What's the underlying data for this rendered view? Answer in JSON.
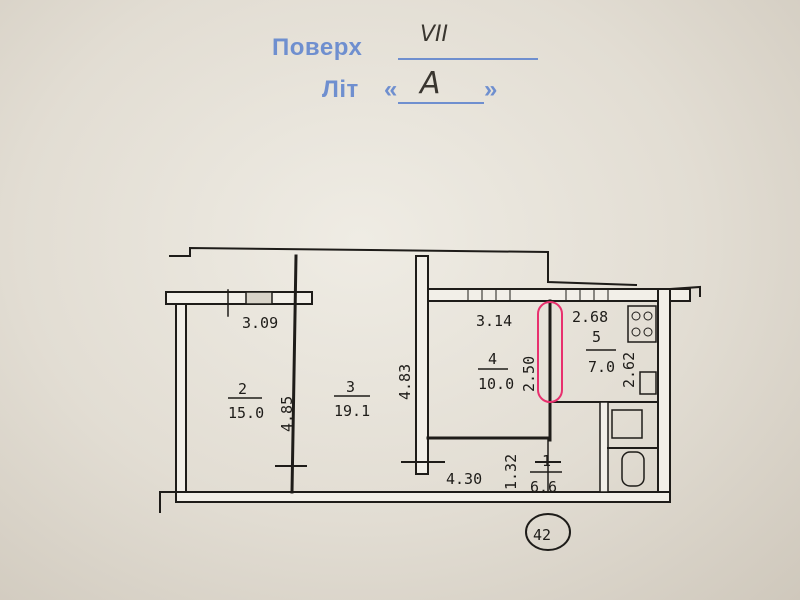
{
  "stamp": {
    "floor_label": "Поверх",
    "floor_value": "VII",
    "letter_label": "Літ",
    "quote_open": "«",
    "letter_value": "A",
    "quote_close": "»"
  },
  "rooms": [
    {
      "id": "2",
      "number": "2",
      "area": "15.0"
    },
    {
      "id": "3",
      "number": "3",
      "area": "19.1"
    },
    {
      "id": "4",
      "number": "4",
      "area": "10.0"
    },
    {
      "id": "5",
      "number": "5",
      "area": "7.0"
    },
    {
      "id": "1",
      "number": "1",
      "area": "6.6"
    }
  ],
  "dimensions": {
    "d309": "3.09",
    "d485": "4.85",
    "d483": "4.83",
    "d314": "3.14",
    "d268": "2.68",
    "d262": "2.62",
    "d250": "2.50",
    "d430": "4.30",
    "d132": "1.32"
  },
  "apartment_number": "42",
  "colors": {
    "stamp_blue": "#6f8fcf",
    "ink": "#1e1c19",
    "highlight": "#e8306e"
  }
}
